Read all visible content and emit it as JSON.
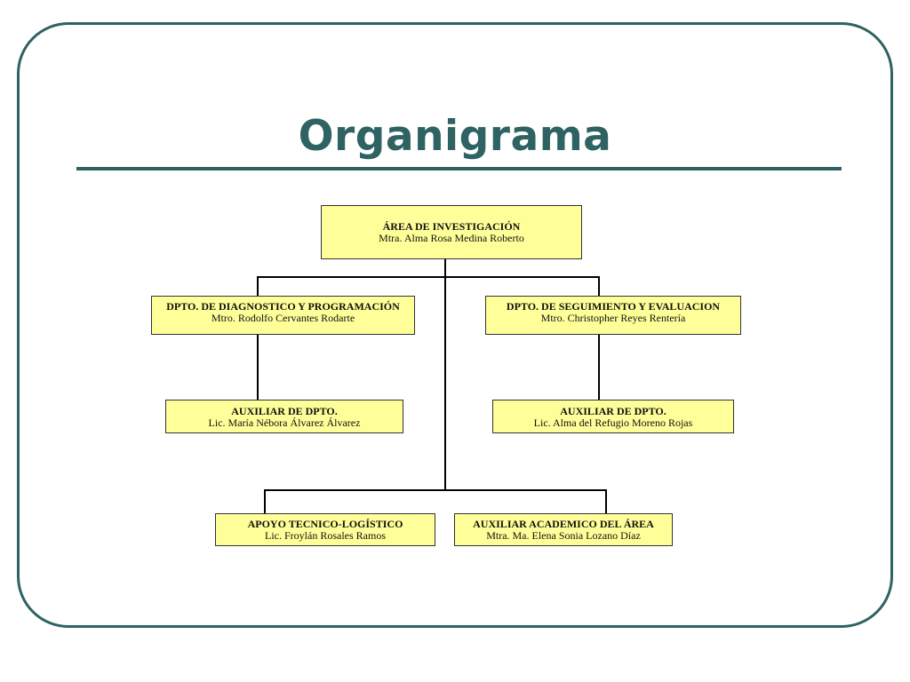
{
  "title": "Organigrama",
  "colors": {
    "accent": "#2f6262",
    "box_fill": "#ffff99"
  },
  "nodes": {
    "root": {
      "heading": "ÁREA DE INVESTIGACIÓN",
      "name": "Mtra. Alma Rosa Medina Roberto"
    },
    "left": {
      "heading": "DPTO. DE DIAGNOSTICO Y PROGRAMACIÓN",
      "name": "Mtro.  Rodolfo Cervantes Rodarte"
    },
    "right": {
      "heading": "DPTO. DE SEGUIMIENTO Y EVALUACION",
      "name": "Mtro. Christopher Reyes Rentería"
    },
    "left_aux": {
      "heading": "AUXILIAR DE DPTO.",
      "name": "Lic. María Nébora Álvarez Álvarez"
    },
    "right_aux": {
      "heading": "AUXILIAR DE DPTO.",
      "name": "Lic. Alma del Refugio Moreno Rojas"
    },
    "support": {
      "heading": "APOYO TECNICO-LOGÍSTICO",
      "name": "Lic. Froylán Rosales Ramos"
    },
    "academic": {
      "heading": "AUXILIAR ACADEMICO DEL ÁREA",
      "name": "Mtra. Ma. Elena Sonia Lozano Díaz"
    }
  }
}
